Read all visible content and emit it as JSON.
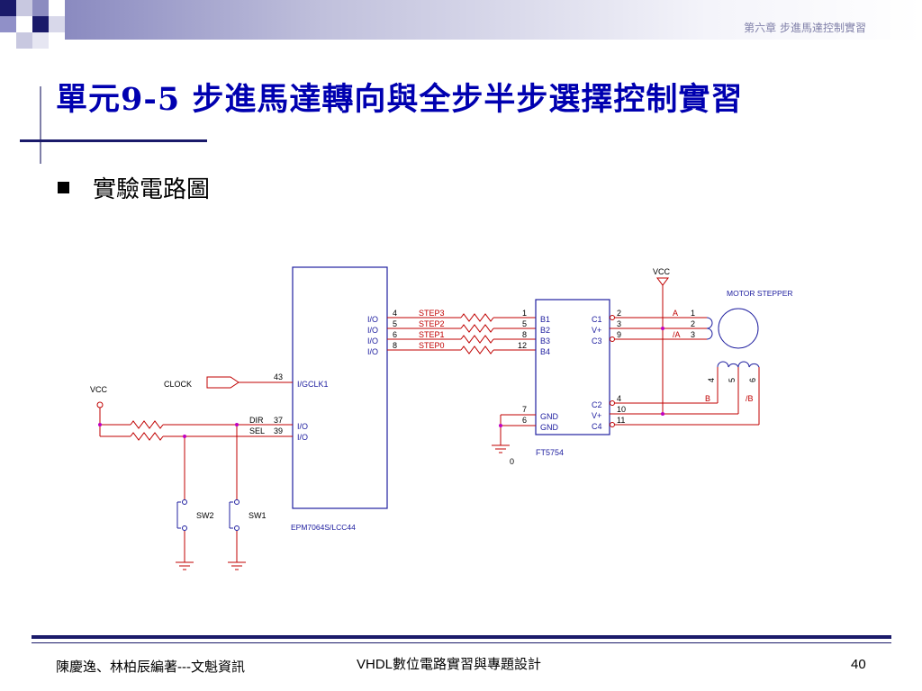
{
  "header": {
    "chapter": "第六章  步進馬達控制實習"
  },
  "title": "單元9-5 步進馬達轉向與全步半步選擇控制實習",
  "subtitle": "實驗電路圖",
  "schematic": {
    "cpld": {
      "part": "EPM7064S/LCC44",
      "io_pin_labels": [
        "I/O",
        "I/O",
        "I/O",
        "I/O"
      ],
      "io_pin_numbers": [
        "4",
        "5",
        "6",
        "8"
      ],
      "clock_pin_label": "I/GCLK1",
      "clock_pin_number": "43",
      "lower_pin_labels": [
        "I/O",
        "I/O"
      ],
      "lower_pin_numbers": [
        "37",
        "39"
      ],
      "lower_signals": [
        "DIR",
        "SEL"
      ]
    },
    "step_nets": [
      "STEP3",
      "STEP2",
      "STEP1",
      "STEP0"
    ],
    "clock_label": "CLOCK",
    "vcc_left": "VCC",
    "vcc_right": "VCC",
    "switches": [
      "SW2",
      "SW1"
    ],
    "driver": {
      "part": "FT5754",
      "b_pins": [
        "B1",
        "B2",
        "B3",
        "B4"
      ],
      "b_pin_numbers": [
        "1",
        "5",
        "8",
        "12"
      ],
      "top_right_pins": [
        "C1",
        "V+",
        "C3"
      ],
      "top_right_numbers": [
        "2",
        "3",
        "9"
      ],
      "bottom_right_pins": [
        "C2",
        "V+",
        "C4"
      ],
      "bottom_right_numbers": [
        "4",
        "10",
        "11"
      ],
      "gnd_pins": [
        "GND",
        "GND"
      ],
      "gnd_numbers": [
        "7",
        "6"
      ]
    },
    "ground_label": "0",
    "motor": {
      "label": "MOTOR STEPPER",
      "phase_labels": [
        "A",
        "/A",
        "B",
        "/B"
      ],
      "right_pin_numbers": [
        "1",
        "2",
        "3"
      ],
      "bottom_pin_numbers": [
        "4",
        "5",
        "6"
      ]
    }
  },
  "footer": {
    "left": "陳慶逸、林柏辰編著---文魁資訊",
    "center": "VHDL數位電路實習與專題設計",
    "page_number": "40"
  }
}
